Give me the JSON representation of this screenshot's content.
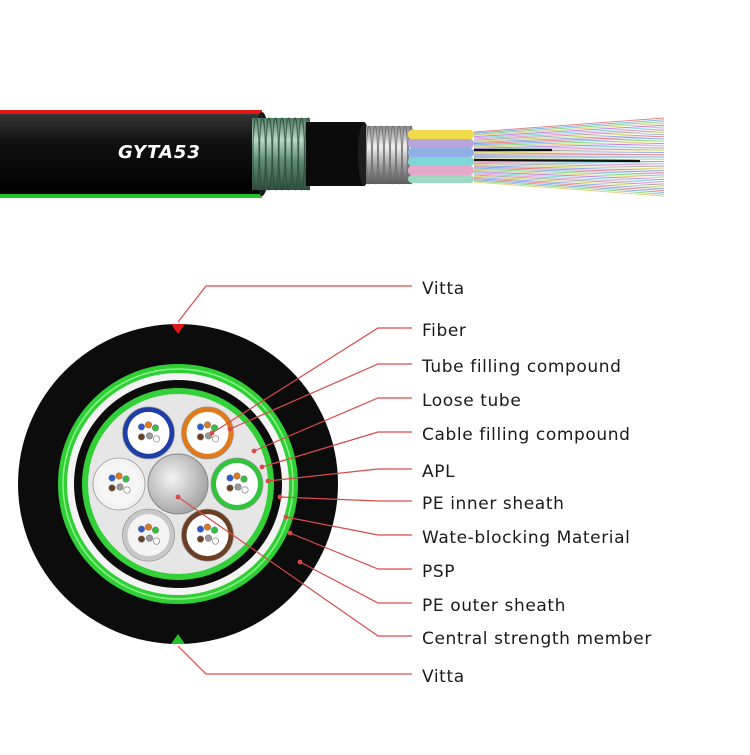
{
  "cable_model": "GYTA53",
  "labels": [
    "Vitta",
    "Fiber",
    "Tube filling compound",
    "Loose tube",
    "Cable filling compound",
    "APL",
    "PE inner sheath",
    "Wate-blocking Material",
    "PSP",
    "PE outer sheath",
    "Central strength member",
    "Vitta"
  ],
  "colors": {
    "leader": "#d94a4a",
    "sheath": "#0a0a0a",
    "vitta_top": "#e01818",
    "vitta_bottom": "#22c22a",
    "armor_green": "#33d23a",
    "tube_blue": "#1d3ea8",
    "tube_orange": "#e07a1a",
    "tube_green": "#2fc43a",
    "tube_brown": "#6a3e22",
    "tube_white": "#f2f2f2",
    "tube_grey": "#c8c8c8"
  }
}
